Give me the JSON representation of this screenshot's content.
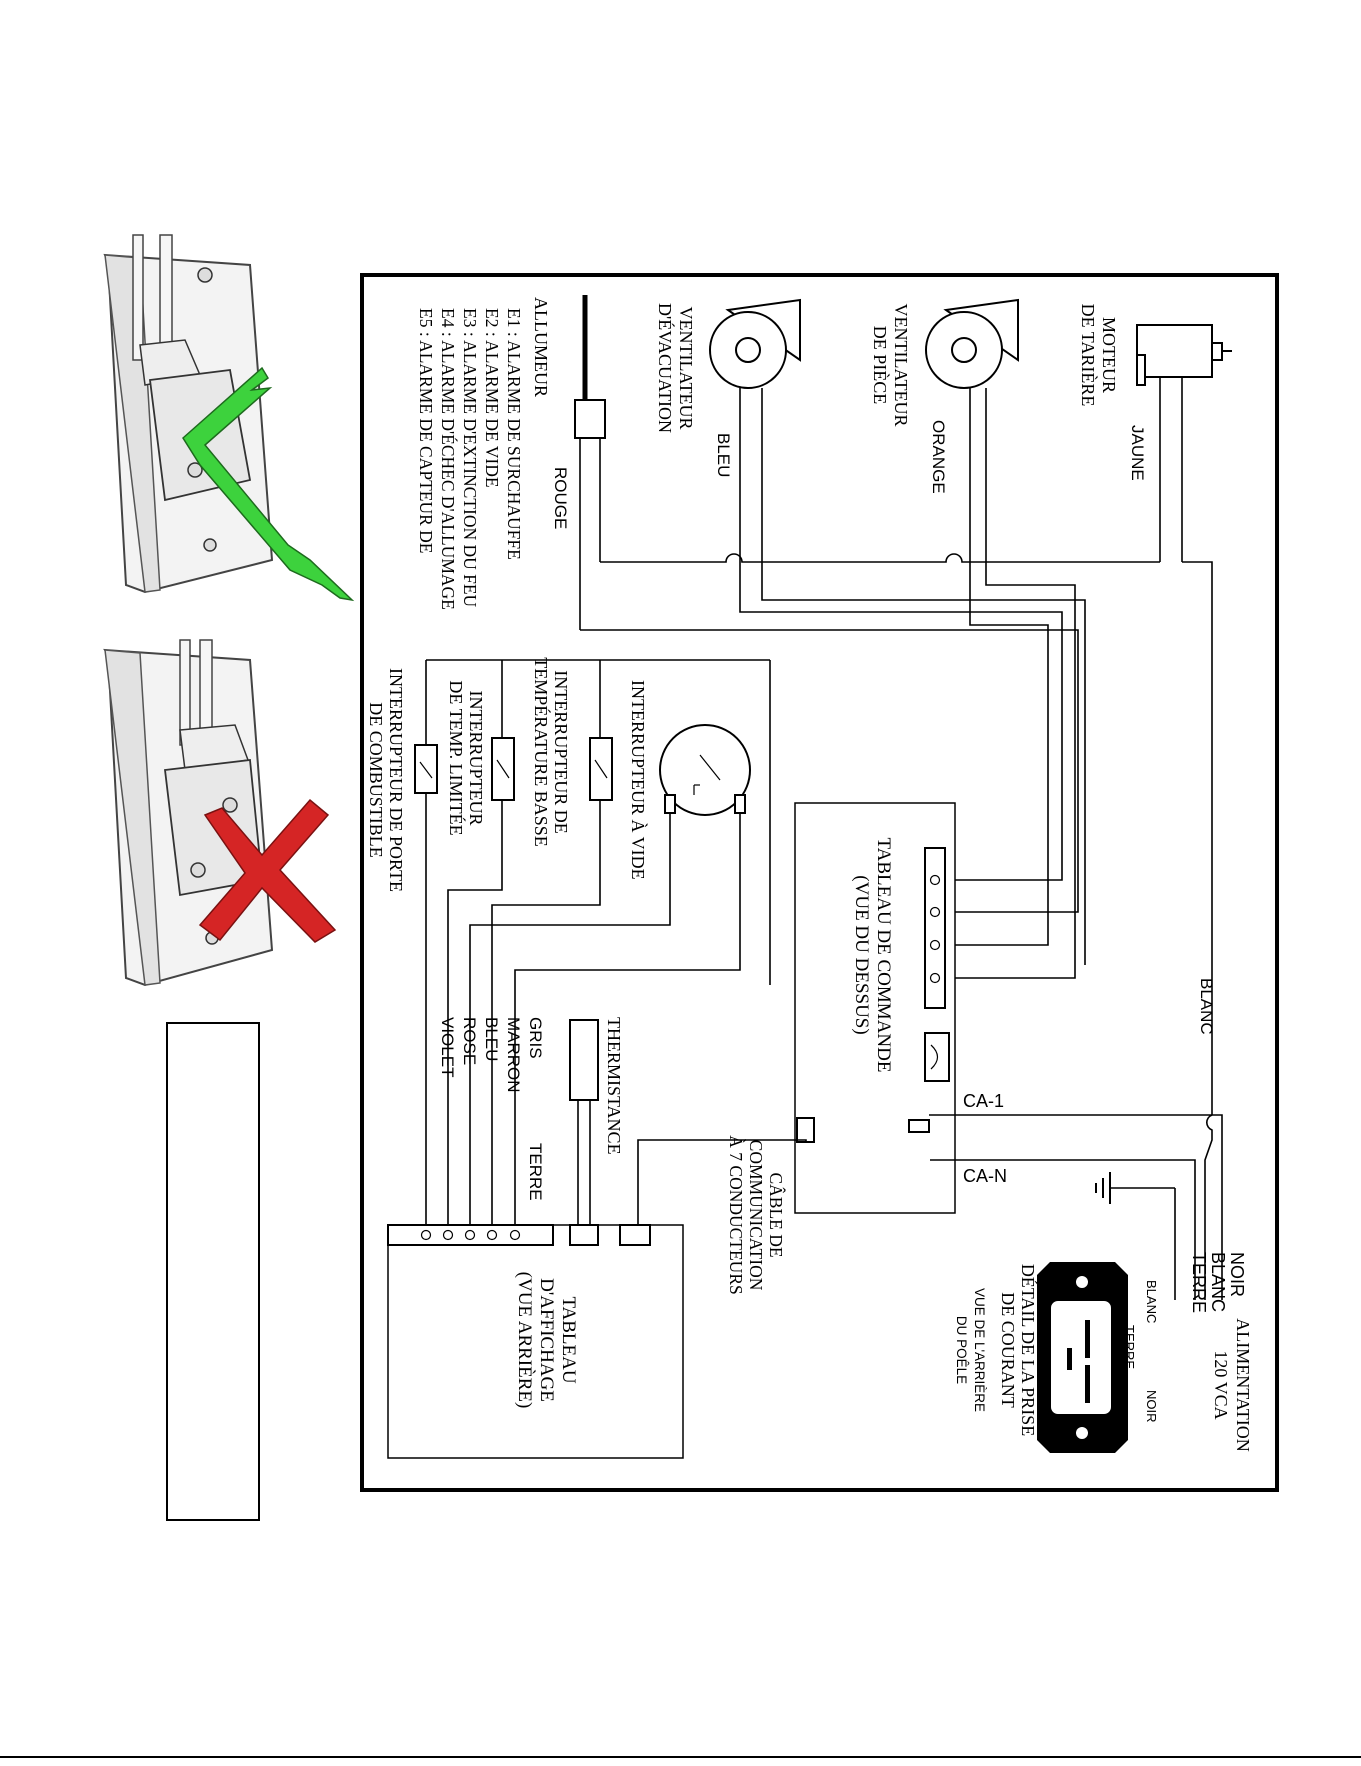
{
  "components": {
    "auger_motor": "MOTEUR DE TARIÈRE",
    "room_fan": "VENTILATEUR DE PIÈCE",
    "exhaust_fan": "VENTILATEUR D'ÉVACUATION",
    "igniter": "ALLUMEUR",
    "vacuum_switch": "INTERRUPTEUR À VIDE",
    "low_temp_switch": "INTERRUPTEUR DE TEMPÉRATURE BASSE",
    "high_limit_switch": "INTERRUPTEUR DE TEMP. LIMITÉE",
    "door_switch": "INTERRUPTEUR DE PORTE DE COMBUSTIBLE",
    "control_board": "TABLEAU DE COMMANDE (VUE DU DESSUS)",
    "thermistor": "THERMISTANCE",
    "comm_cable": "CÂBLE DE COMMUNICATION À 7 CONDUCTEURS",
    "display_board": "TABLEAU D'AFFICHAGE (VUE ARRIÈRE)",
    "power_supply": "ALIMENTATION 120 VCA",
    "receptacle_detail": "DÉTAIL DE LA PRISE DE COURANT",
    "rear_view": "VUE DE L'ARRIÈRE DU POÊLE"
  },
  "wires": {
    "jaune": "JAUNE",
    "orange": "ORANGE",
    "bleu": "BLEU",
    "rouge": "ROUGE",
    "blanc": "BLANC",
    "ca1": "CA-1",
    "can": "CA-N",
    "noir": "NOIR",
    "terre": "TERRE"
  },
  "display_wires": [
    "GRIS",
    "MARRON",
    "BLEU",
    "ROSE",
    "VIOLET"
  ],
  "display_terre": "TERRE",
  "receptacle_pins": {
    "blanc": "BLANC",
    "terre": "TERRE",
    "noir": "NOIR"
  },
  "alarms": [
    "E1 : ALARME DE SURCHAUFFE",
    "E2 : ALARME DE VIDE",
    "E3 : ALARME D'EXTINCTION DU FEU",
    "E4 : ALARME D'ÉCHEC D'ALLUMAGE",
    "E5 : ALARME DE CAPTEUR DE"
  ],
  "colors": {
    "check": "#3dd23d",
    "cross": "#d52525",
    "ink": "#000000"
  }
}
